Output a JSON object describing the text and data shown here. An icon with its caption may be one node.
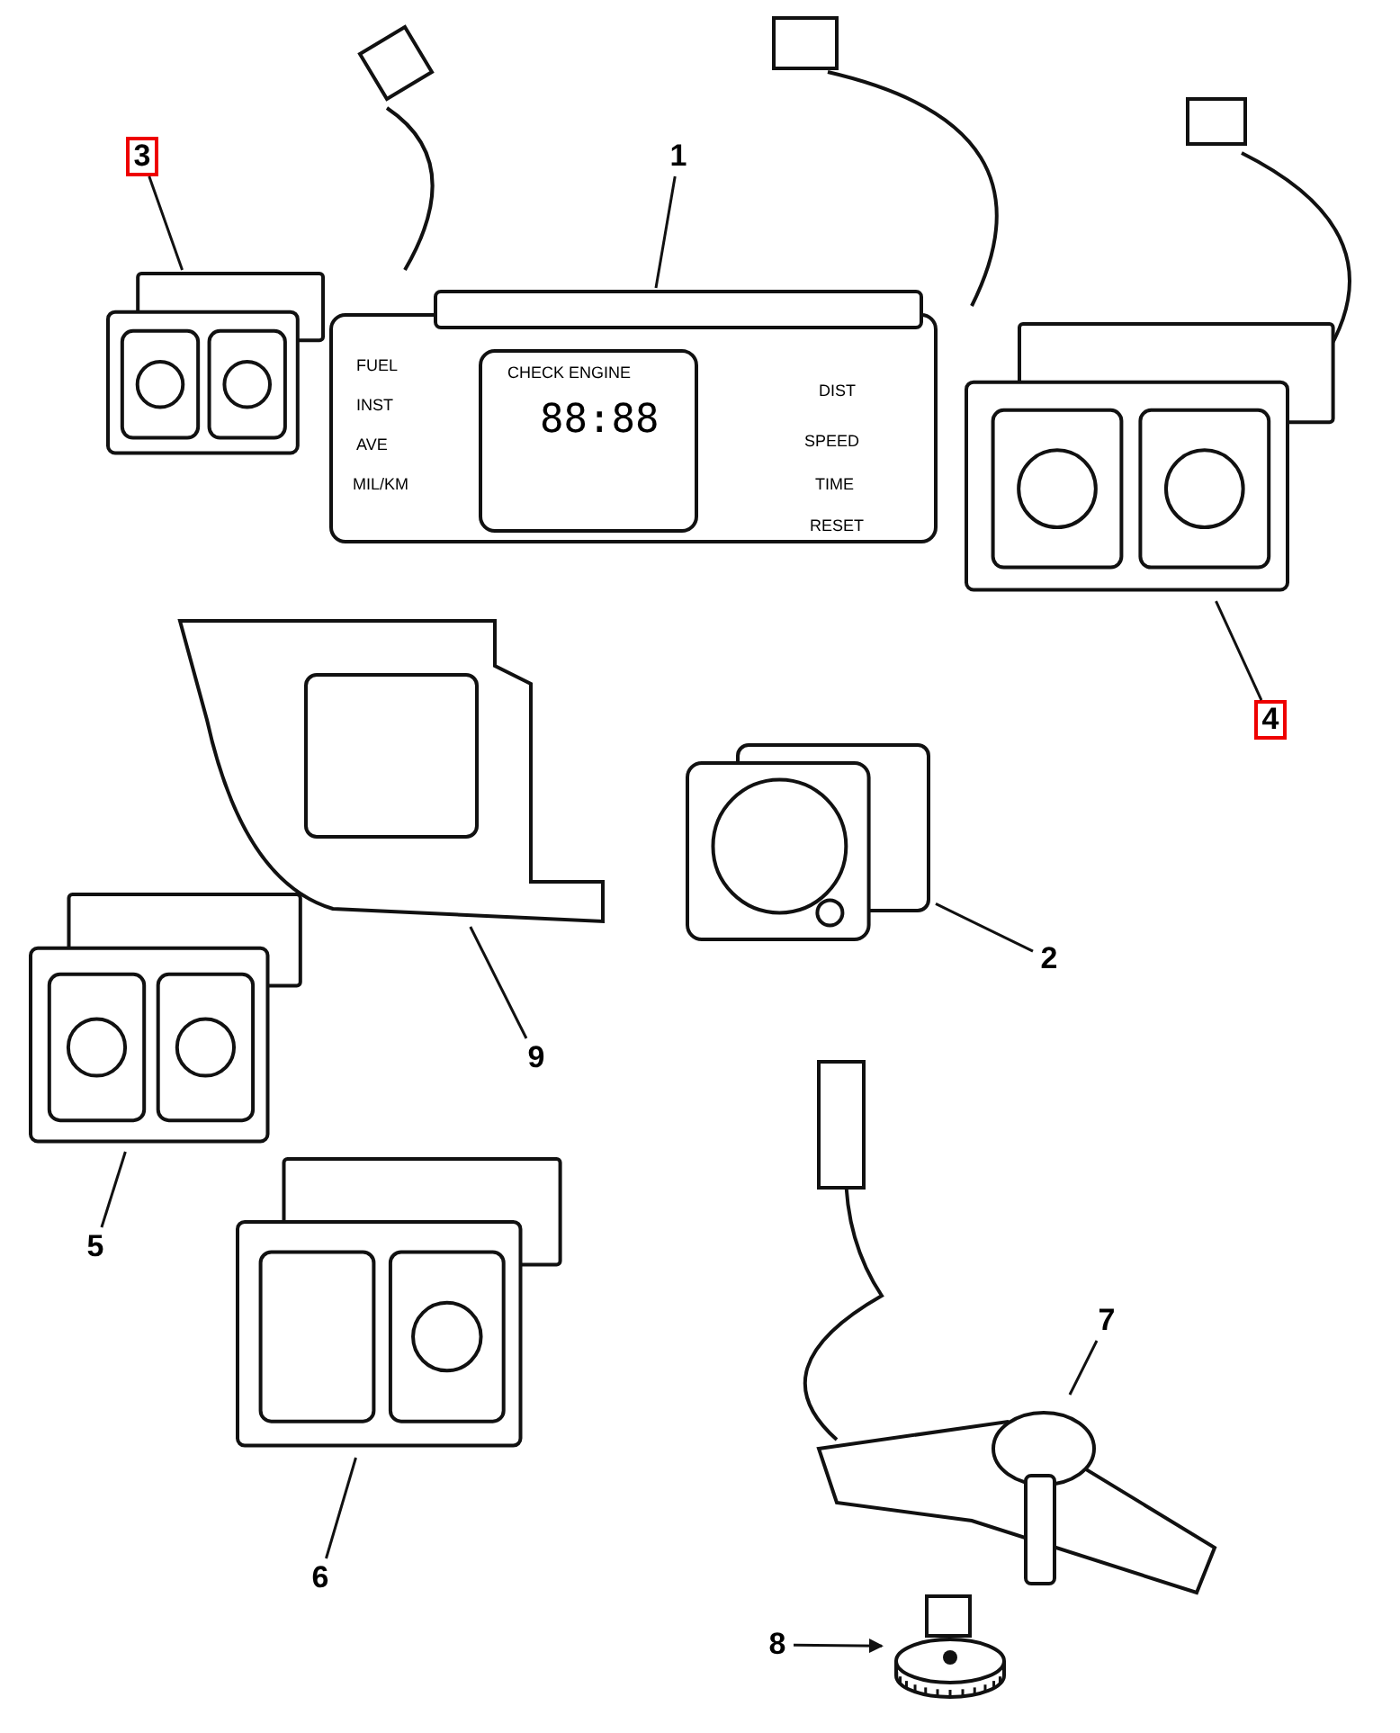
{
  "diagram": {
    "nodes": [
      {
        "text": [
          "3"
        ]
      },
      {
        "text": [
          "1"
        ]
      },
      {
        "text": [
          "4"
        ]
      },
      {
        "text": [
          "2"
        ]
      },
      {
        "text": [
          "9"
        ]
      },
      {
        "text": [
          "5"
        ]
      },
      {
        "text": [
          "7"
        ]
      },
      {
        "text": [
          "6"
        ]
      },
      {
        "text": [
          "8"
        ]
      },
      {
        "text": [],
        "shape": "picture"
      },
      {
        "text": [],
        "shape": "picture"
      },
      {
        "text": [],
        "shape": "picture"
      },
      {
        "text": [],
        "shape": "picture"
      },
      {
        "text": [],
        "shape": "picture"
      },
      {
        "text": [],
        "shape": "picture"
      },
      {
        "text": [],
        "shape": "picture"
      },
      {
        "text": [],
        "shape": "picture"
      },
      {
        "text": [],
        "shape": "picture"
      }
    ],
    "edges": [
      {
        "from": 0,
        "to": 9,
        "arrow": "none"
      },
      {
        "from": 1,
        "to": 10,
        "arrow": "none"
      },
      {
        "from": 2,
        "to": 11,
        "arrow": "none"
      },
      {
        "from": 3,
        "to": 12,
        "arrow": "none"
      },
      {
        "from": 4,
        "to": 13,
        "arrow": "none"
      },
      {
        "from": 5,
        "to": 14,
        "arrow": "none"
      },
      {
        "from": 6,
        "to": 16,
        "arrow": "none"
      },
      {
        "from": 7,
        "to": 15,
        "arrow": "none"
      },
      {
        "from": 8,
        "to": 17,
        "arrow": "to"
      }
    ],
    "labels": [
      "FUEL",
      "INST",
      "AVE",
      "MIL/KM",
      "CHECK ENGINE",
      "88:88",
      "DIST",
      "SPEED",
      "TIME",
      "RESET"
    ]
  }
}
